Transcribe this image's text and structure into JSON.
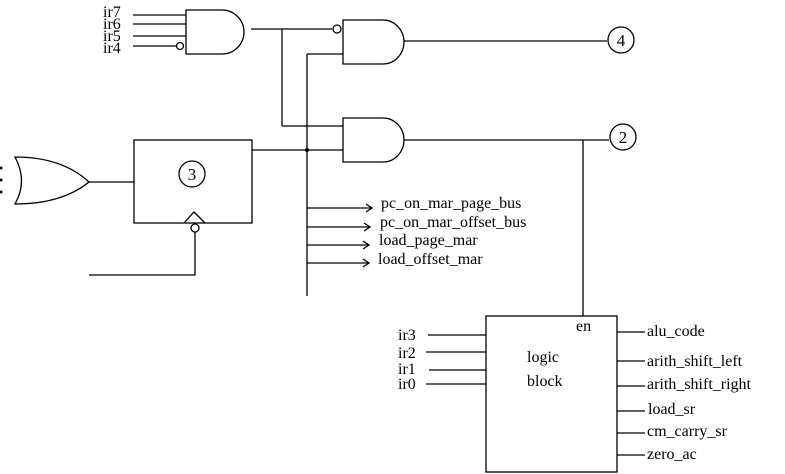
{
  "diagram": {
    "type": "logic-circuit-schematic",
    "top_and_gate": {
      "inputs": [
        {
          "label": "ir7",
          "inverted": false
        },
        {
          "label": "ir6",
          "inverted": false
        },
        {
          "label": "ir5",
          "inverted": false
        },
        {
          "label": "ir4",
          "inverted": true
        }
      ]
    },
    "connectors": {
      "upper_output": "4",
      "lower_output": "2",
      "flipflop": "3"
    },
    "control_signals": [
      "pc_on_mar_page_bus",
      "pc_on_mar_offset_bus",
      "load_page_mar",
      "load_offset_mar"
    ],
    "logic_block": {
      "title_line1": "logic",
      "title_line2": "block",
      "enable_label": "en",
      "inputs": [
        "ir3",
        "ir2",
        "ir1",
        "ir0"
      ],
      "outputs": [
        "alu_code",
        "arith_shift_left",
        "arith_shift_right",
        "load_sr",
        "cm_carry_sr",
        "zero_ac"
      ]
    }
  }
}
